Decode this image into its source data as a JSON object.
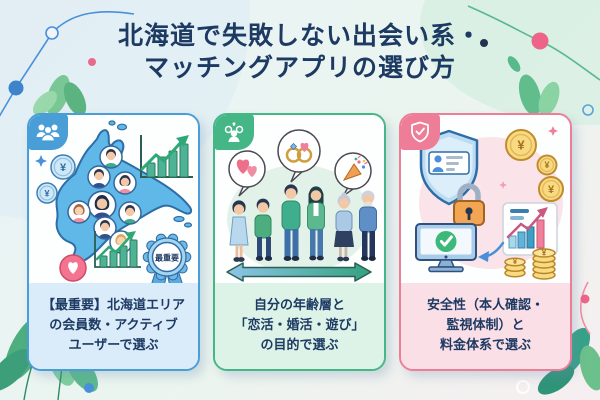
{
  "title": {
    "line1": "北海道で失敗しない出会い系・",
    "line2": "マッチングアプリの選び方",
    "color": "#1d3a63"
  },
  "cards": [
    {
      "name": "members",
      "accent": "#4a9ed8",
      "tint": "#daecf9",
      "badge_icon": "group-icon",
      "rosette_label": "最重要",
      "caption_lines": [
        "【最重要】北海道エリア",
        "の会員数・アクティブ",
        "ユーザーで選ぶ"
      ]
    },
    {
      "name": "age-purpose",
      "accent": "#45b787",
      "tint": "#def3e8",
      "badge_icon": "matching-people-icon",
      "caption_lines": [
        "自分の年齢層と",
        "「恋活・婚活・遊び」",
        "の目的で選ぶ"
      ]
    },
    {
      "name": "safety-price",
      "accent": "#ee7d98",
      "tint": "#fbdfe7",
      "badge_icon": "shield-check-icon",
      "caption_lines": [
        "安全性（本人確認・",
        "監視体制）と",
        "料金体系で選ぶ"
      ]
    }
  ],
  "symbols": {
    "yen": "¥"
  }
}
